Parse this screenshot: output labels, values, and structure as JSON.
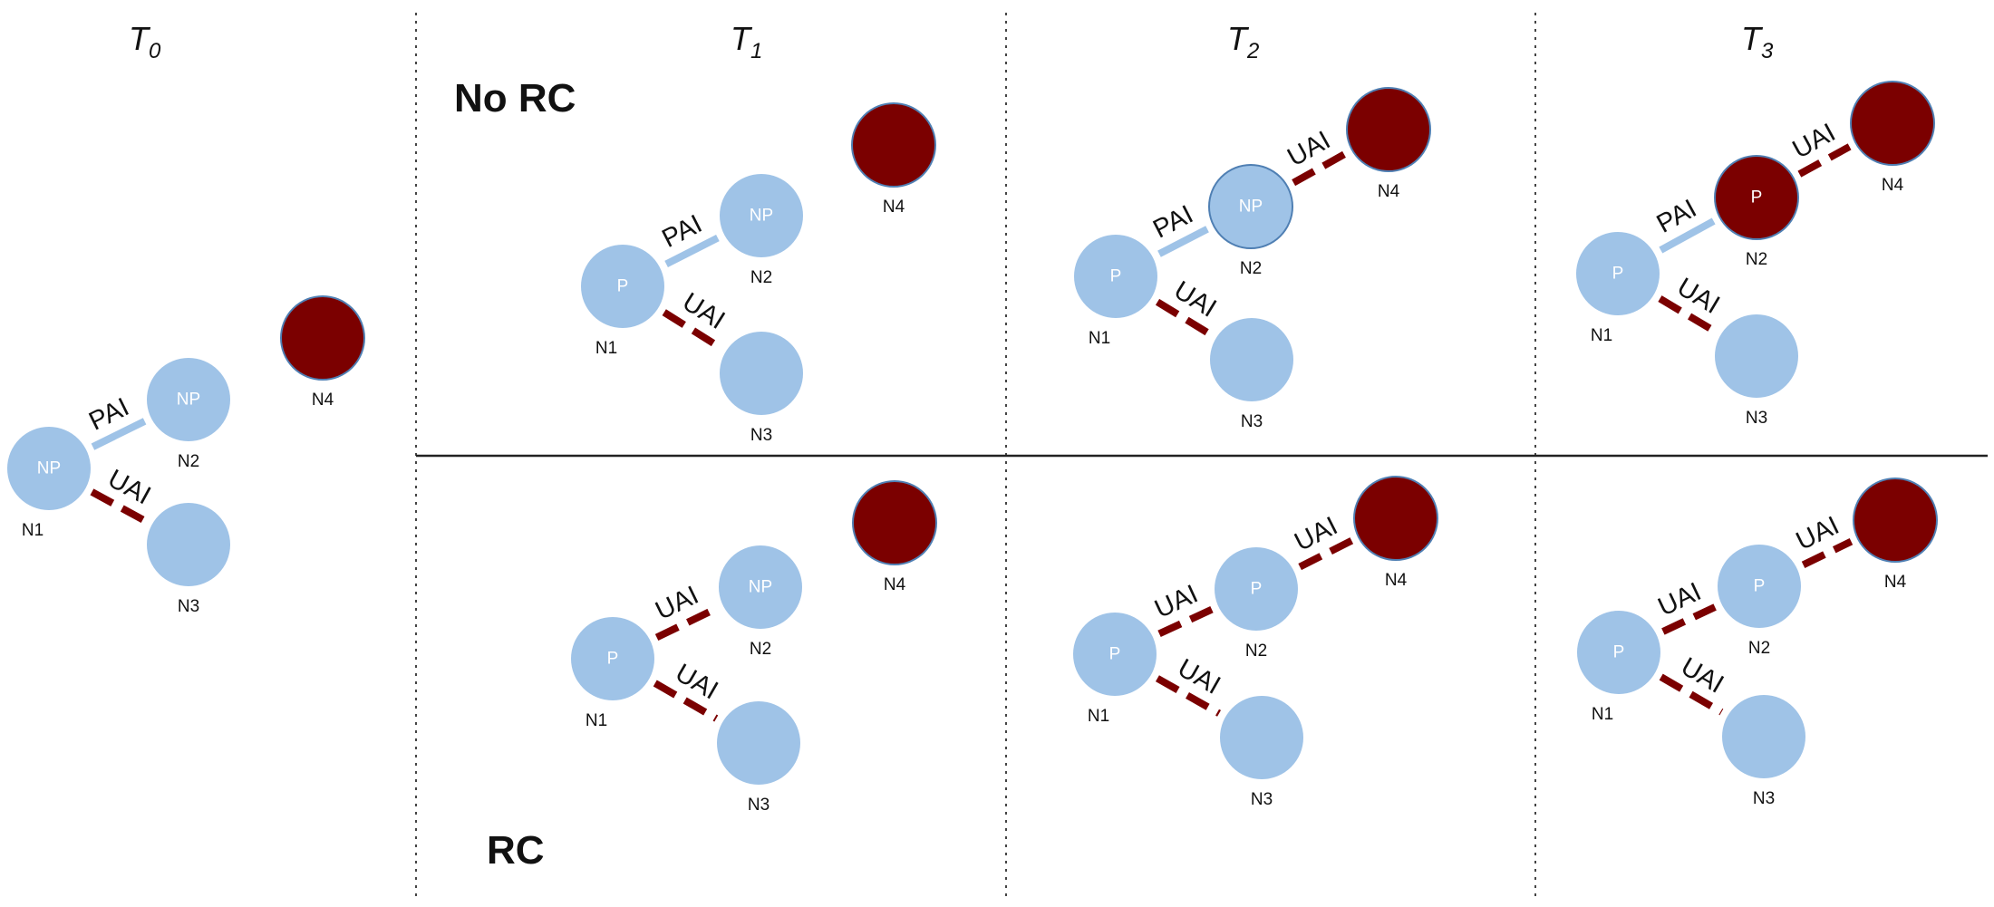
{
  "colors": {
    "uninformed": "#9fc3e7",
    "informed": "#7b0000",
    "outline": "#4f7fb3",
    "pai_edge": "#9fc3e7",
    "uai_edge": "#7b0000"
  },
  "columns": [
    {
      "letter": "T",
      "sub": "0"
    },
    {
      "letter": "T",
      "sub": "1"
    },
    {
      "letter": "T",
      "sub": "2"
    },
    {
      "letter": "T",
      "sub": "3"
    }
  ],
  "rows": {
    "top": "No RC",
    "bottom": "RC"
  },
  "edge_types": {
    "pai": "PAI",
    "uai": "UAI"
  },
  "node_ids": [
    "N1",
    "N2",
    "N3",
    "N4"
  ],
  "node_states": {
    "np": "NP",
    "p": "P"
  },
  "panels": [
    {
      "id": "t0",
      "nodes": {
        "N1": {
          "fill": "uninformed",
          "state": "np"
        },
        "N2": {
          "fill": "uninformed",
          "state": "np"
        },
        "N3": {
          "fill": "uninformed",
          "state": ""
        },
        "N4": {
          "fill": "informed",
          "state": ""
        }
      },
      "edges": [
        {
          "from": "N1",
          "to": "N2",
          "type": "pai"
        },
        {
          "from": "N1",
          "to": "N3",
          "type": "uai"
        }
      ]
    },
    {
      "id": "t1-no-rc",
      "nodes": {
        "N1": {
          "fill": "uninformed",
          "state": "p"
        },
        "N2": {
          "fill": "uninformed",
          "state": "np"
        },
        "N3": {
          "fill": "uninformed",
          "state": ""
        },
        "N4": {
          "fill": "informed",
          "state": ""
        }
      },
      "edges": [
        {
          "from": "N1",
          "to": "N2",
          "type": "pai"
        },
        {
          "from": "N1",
          "to": "N3",
          "type": "uai"
        }
      ]
    },
    {
      "id": "t2-no-rc",
      "nodes": {
        "N1": {
          "fill": "uninformed",
          "state": "p"
        },
        "N2": {
          "fill": "uninformed",
          "state": "np"
        },
        "N3": {
          "fill": "uninformed",
          "state": ""
        },
        "N4": {
          "fill": "informed",
          "state": ""
        }
      },
      "edges": [
        {
          "from": "N1",
          "to": "N2",
          "type": "pai"
        },
        {
          "from": "N1",
          "to": "N3",
          "type": "uai"
        },
        {
          "from": "N2",
          "to": "N4",
          "type": "uai"
        }
      ]
    },
    {
      "id": "t3-no-rc",
      "nodes": {
        "N1": {
          "fill": "uninformed",
          "state": "p"
        },
        "N2": {
          "fill": "informed",
          "state": "p"
        },
        "N3": {
          "fill": "uninformed",
          "state": ""
        },
        "N4": {
          "fill": "informed",
          "state": ""
        }
      },
      "edges": [
        {
          "from": "N1",
          "to": "N2",
          "type": "pai"
        },
        {
          "from": "N1",
          "to": "N3",
          "type": "uai"
        },
        {
          "from": "N2",
          "to": "N4",
          "type": "uai"
        }
      ]
    },
    {
      "id": "t1-rc",
      "nodes": {
        "N1": {
          "fill": "uninformed",
          "state": "p"
        },
        "N2": {
          "fill": "uninformed",
          "state": "np"
        },
        "N3": {
          "fill": "uninformed",
          "state": ""
        },
        "N4": {
          "fill": "informed",
          "state": ""
        }
      },
      "edges": [
        {
          "from": "N1",
          "to": "N2",
          "type": "uai"
        },
        {
          "from": "N1",
          "to": "N3",
          "type": "uai"
        }
      ]
    },
    {
      "id": "t2-rc",
      "nodes": {
        "N1": {
          "fill": "uninformed",
          "state": "p"
        },
        "N2": {
          "fill": "uninformed",
          "state": "p"
        },
        "N3": {
          "fill": "uninformed",
          "state": ""
        },
        "N4": {
          "fill": "informed",
          "state": ""
        }
      },
      "edges": [
        {
          "from": "N1",
          "to": "N2",
          "type": "uai"
        },
        {
          "from": "N1",
          "to": "N3",
          "type": "uai"
        },
        {
          "from": "N2",
          "to": "N4",
          "type": "uai"
        }
      ]
    },
    {
      "id": "t3-rc",
      "nodes": {
        "N1": {
          "fill": "uninformed",
          "state": "p"
        },
        "N2": {
          "fill": "uninformed",
          "state": "p"
        },
        "N3": {
          "fill": "uninformed",
          "state": ""
        },
        "N4": {
          "fill": "informed",
          "state": ""
        }
      },
      "edges": [
        {
          "from": "N1",
          "to": "N2",
          "type": "uai"
        },
        {
          "from": "N1",
          "to": "N3",
          "type": "uai"
        },
        {
          "from": "N2",
          "to": "N4",
          "type": "uai"
        }
      ]
    }
  ]
}
